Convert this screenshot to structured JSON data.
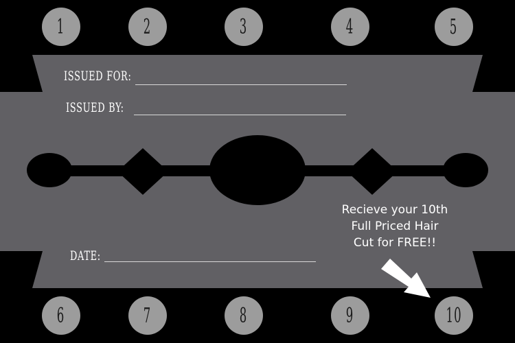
{
  "stamp_numbers": [
    "1",
    "2",
    "3",
    "4",
    "5",
    "6",
    "7",
    "8",
    "9",
    "10"
  ],
  "fields": {
    "issued_for": "ISSUED FOR:",
    "issued_by": "ISSUED BY:",
    "date": "DATE:"
  },
  "promo": {
    "line1": "Recieve your 10th",
    "line2": "Full Priced Hair",
    "line3": "Cut for FREE!!"
  },
  "colors": {
    "background": "#000000",
    "blade": "#616064",
    "stamp_circle": "#9c9c9c",
    "text": "#ffffff"
  },
  "icons": [
    "razor-blade-icon",
    "arrow-down-right-icon"
  ]
}
